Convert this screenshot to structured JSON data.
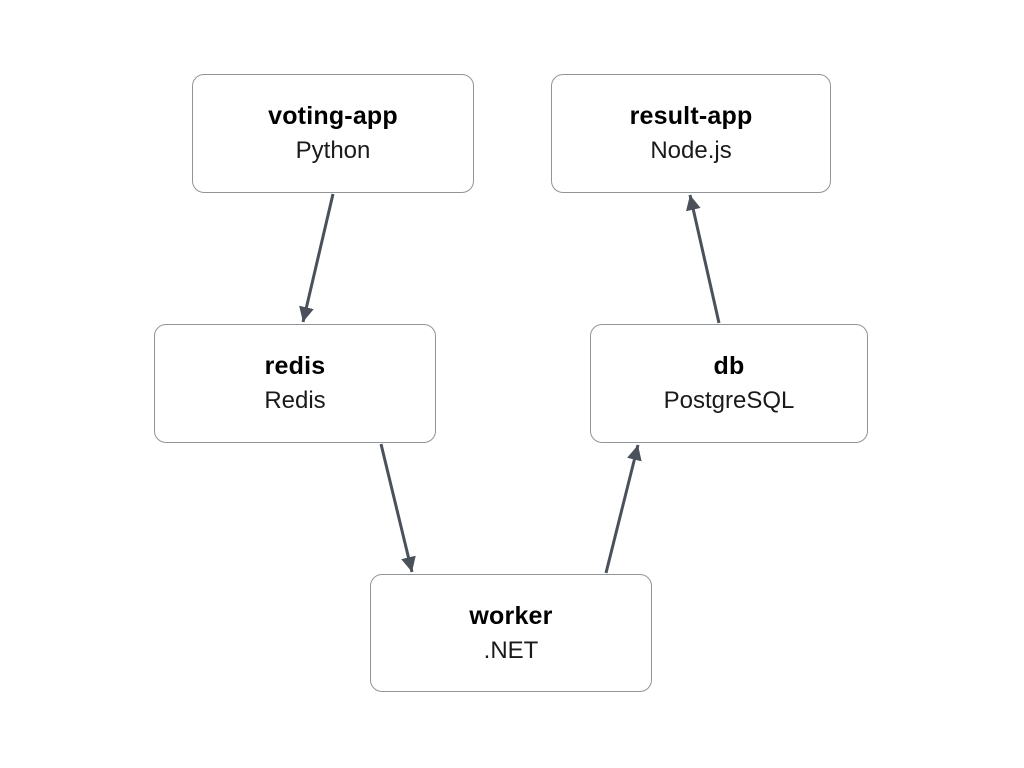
{
  "diagram": {
    "nodes": [
      {
        "id": "voting-app",
        "title": "voting-app",
        "subtitle": "Python"
      },
      {
        "id": "result-app",
        "title": "result-app",
        "subtitle": "Node.js"
      },
      {
        "id": "redis",
        "title": "redis",
        "subtitle": "Redis"
      },
      {
        "id": "db",
        "title": "db",
        "subtitle": "PostgreSQL"
      },
      {
        "id": "worker",
        "title": "worker",
        "subtitle": ".NET"
      }
    ],
    "edges": [
      {
        "from": "voting-app",
        "to": "redis"
      },
      {
        "from": "redis",
        "to": "worker"
      },
      {
        "from": "worker",
        "to": "db"
      },
      {
        "from": "db",
        "to": "result-app"
      }
    ],
    "colors": {
      "background": "#ffffff",
      "node_fill": "#ffffff",
      "node_border": "#919499",
      "arrow": "#4a515a",
      "title_text": "#000000",
      "subtitle_text": "#1a1a1a"
    }
  }
}
